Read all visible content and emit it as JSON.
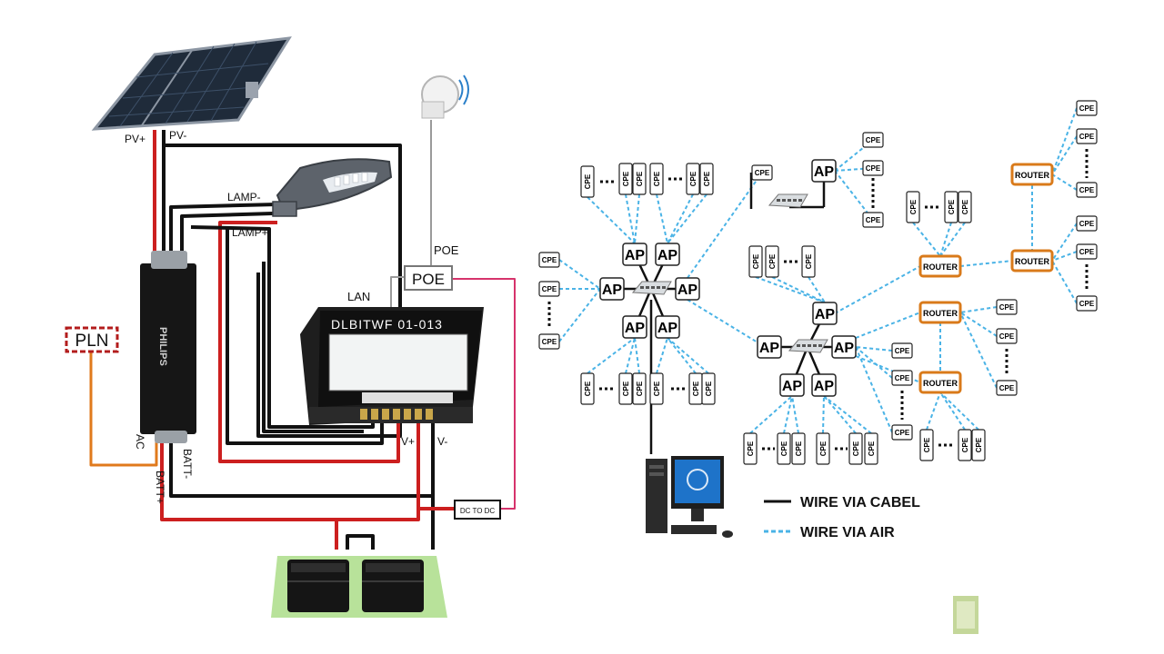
{
  "left_diagram": {
    "labels": {
      "pv_plus": "PV+",
      "pv_minus": "PV-",
      "lamp_minus": "LAMP-",
      "lamp_plus": "LAMP+",
      "poe_top": "POE",
      "poe_box": "POE",
      "lan": "LAN",
      "controller": "DLBITWF 01-013",
      "pln": "PLN",
      "driver_brand": "PHILIPS",
      "ac": "AC",
      "batt_minus": "BATT-",
      "batt_plus": "BATT+",
      "v_plus": "V+",
      "v_minus": "V-",
      "dc_to_dc": "DC TO DC"
    },
    "colors": {
      "positive_wire": "#cc1f1f",
      "negative_wire": "#111111",
      "ac_wire": "#e07a1c",
      "poe_wire": "#d6336c",
      "lan_wire": "#9a9a9a"
    }
  },
  "right_diagram": {
    "node_labels": {
      "ap": "AP",
      "cpe": "CPE",
      "router": "ROUTER"
    },
    "legend": [
      {
        "label": "WIRE VIA CABEL",
        "style": "solid",
        "color": "#111111"
      },
      {
        "label": "WIRE VIA AIR",
        "style": "dashed",
        "color": "#4ab3e6"
      }
    ],
    "colors": {
      "air_link": "#4ab3e6",
      "cable_link": "#111111",
      "router_border": "#d97a1a"
    }
  },
  "corner_icon": "green-page-icon"
}
